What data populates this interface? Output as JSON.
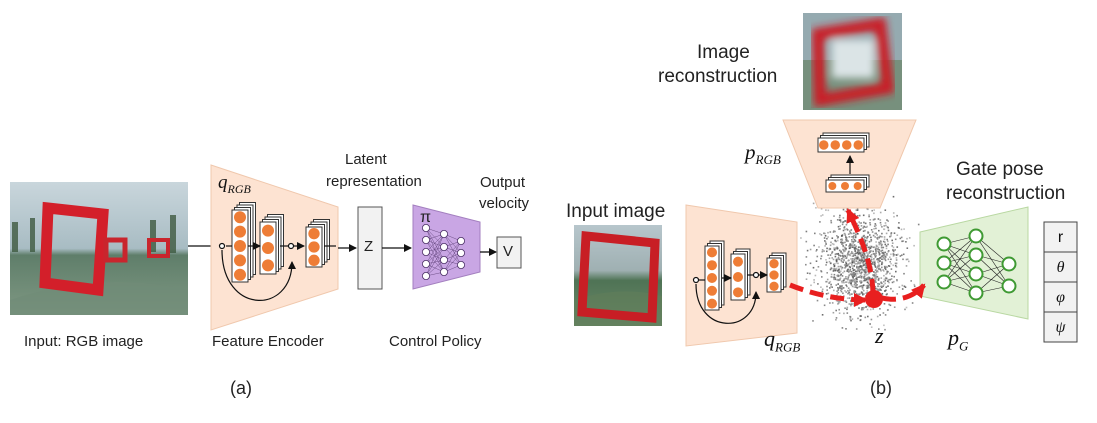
{
  "panel_a": {
    "caption": "(a)",
    "input_label": "Input: RGB image",
    "encoder_label": "Feature Encoder",
    "encoder_symbol": "q",
    "encoder_subscript": "RGB",
    "latent_label_line1": "Latent",
    "latent_label_line2": "representation",
    "latent_box": "Z",
    "policy_symbol": "π",
    "policy_label": "Control Policy",
    "output_label_line1": "Output",
    "output_label_line2": "velocity",
    "output_box": "V"
  },
  "panel_b": {
    "caption": "(b)",
    "input_label": "Input image",
    "recon_label_line1": "Image",
    "recon_label_line2": "reconstruction",
    "decoder_symbol": "p",
    "decoder_subscript": "RGB",
    "encoder_symbol": "q",
    "encoder_subscript": "RGB",
    "latent_symbol": "z",
    "gate_label_line1": "Gate pose",
    "gate_label_line2": "reconstruction",
    "gate_symbol": "p",
    "gate_subscript": "G",
    "outputs": [
      "r",
      "θ",
      "φ",
      "ψ"
    ]
  },
  "colors": {
    "encoder_fill": "#fde3d2",
    "node_orange": "#ee7d36",
    "policy_fill": "#c9a6e4",
    "gate_fill": "#e2f1d6",
    "gate_node": "#3f9a33",
    "dashed_red": "#e81f1f",
    "gate_red": "#d11a1a"
  }
}
